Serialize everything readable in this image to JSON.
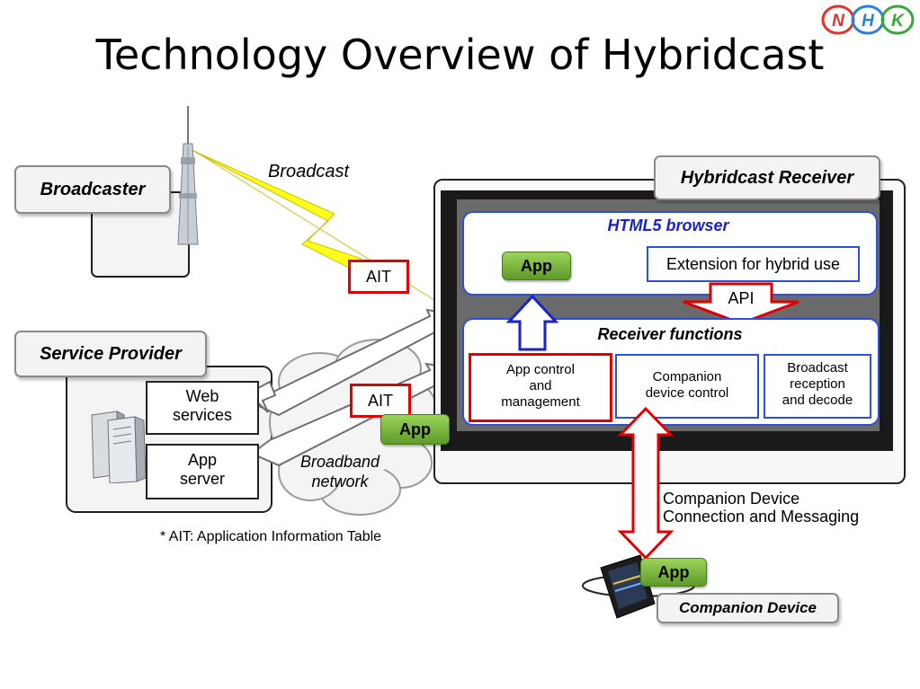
{
  "title": "Technology Overview of Hybridcast",
  "logo": {
    "letters": [
      "N",
      "H",
      "K"
    ],
    "colors": [
      "#e0332b",
      "#2a7de1",
      "#3aa53a"
    ]
  },
  "broadcaster": {
    "label": "Broadcaster"
  },
  "service_provider": {
    "label": "Service Provider",
    "web_services": "Web\nservices",
    "app_server": "App\nserver"
  },
  "broadcast_label": "Broadcast",
  "broadband_label": "Broadband\nnetwork",
  "ait_label": "AIT",
  "app_label": "App",
  "footnote": "* AIT: Application Information Table",
  "receiver": {
    "label": "Hybridcast Receiver",
    "browser_title": "HTML5 browser",
    "extension": "Extension for hybrid use",
    "api": "API",
    "functions_title": "Receiver functions",
    "functions": [
      "App control\nand\nmanagement",
      "Companion\ndevice control",
      "Broadcast\nreception\nand decode"
    ]
  },
  "companion": {
    "connection": "Companion Device\nConnection and Messaging",
    "label": "Companion Device"
  },
  "colors": {
    "red": "#e00000",
    "blue": "#2e4fd8",
    "yellow": "#ffff1a",
    "green": "#7ab83e"
  }
}
